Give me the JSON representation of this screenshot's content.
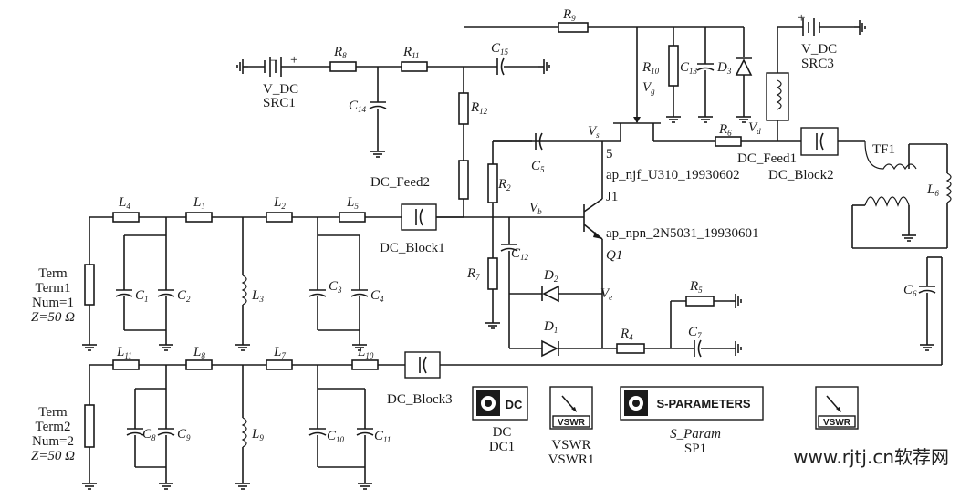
{
  "title": "",
  "components": {
    "R9": "R9",
    "R8": "R8",
    "R11": "R11",
    "R12": "R12",
    "R10": "R10",
    "R6": "R6",
    "R2": "R2",
    "R7": "R7",
    "R5": "R5",
    "R4": "R4",
    "C15": "C15",
    "C14": "C14",
    "C13": "C13",
    "C5": "C5",
    "C12": "C12",
    "C7": "C7",
    "C6": "C6",
    "C1": "C1",
    "C2": "C2",
    "C3": "C3",
    "C4": "C4",
    "C8": "C8",
    "C9": "C9",
    "C10": "C10",
    "C11": "C11",
    "D3": "D3",
    "D2": "D2",
    "D1": "D1",
    "L4": "L4",
    "L1": "L1",
    "L2": "L2",
    "L5": "L5",
    "L3": "L3",
    "L6": "L6",
    "L11": "L11",
    "L8": "L8",
    "L7": "L7",
    "L10": "L10",
    "L9": "L9",
    "Vg": "Vg",
    "Vs": "Vs",
    "Vd": "Vd",
    "Vb": "Vb",
    "Ve": "Ve"
  },
  "labels": {
    "vdc1": "V_DC",
    "src1": "SRC1",
    "vdc3": "V_DC",
    "src3": "SRC3",
    "dcfeed2": "DC_Feed2",
    "dcfeed1": "DC_Feed1",
    "dcblock2": "DC_Block2",
    "dcblock1": "DC_Block1",
    "dcblock3": "DC_Block3",
    "tf1": "TF1",
    "j1_pin": "5",
    "j1_model": "ap_njf_U310_19930602",
    "j1_name": "J1",
    "q1_model": "ap_npn_2N5031_19930601",
    "q1_name": "Q1",
    "term1": [
      "Term",
      "Term1",
      "Num=1",
      "Z=50 Ω"
    ],
    "term2": [
      "Term",
      "Term2",
      "Num=2",
      "Z=50 Ω"
    ],
    "dc_box": "DC",
    "dc_label": [
      "DC",
      "DC1"
    ],
    "vswr_box": "VSWR",
    "vswr1_label": [
      "VSWR",
      "VSWR1"
    ],
    "sparam_box": "S-PARAMETERS",
    "sparam_label": [
      "S_Param",
      "SP1"
    ],
    "vswr2_box": "VSWR",
    "plus": "+",
    "minus": "−"
  },
  "watermark": "www.rjtj.cn软荐网"
}
